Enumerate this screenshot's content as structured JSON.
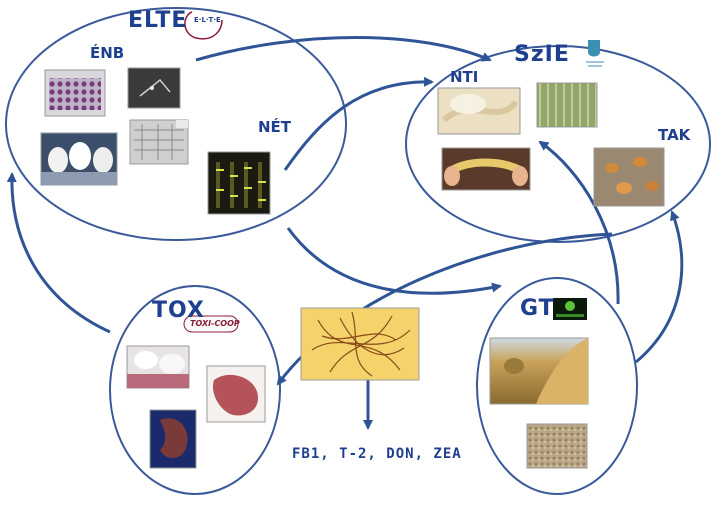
{
  "groups": {
    "elte": {
      "title": "ELTE",
      "logo_text": "E·L·T·E",
      "units": {
        "enb": "ÉNB",
        "net": "NÉT"
      }
    },
    "szie": {
      "title": "SzIE",
      "units": {
        "nti": "NTI",
        "tak": "TAK"
      }
    },
    "tox": {
      "title": "TOX",
      "logo_text": "TOXI-COOP"
    },
    "gt": {
      "title": "GT"
    }
  },
  "toxins": "FB1, T-2, DON, ZEA",
  "colors": {
    "ellipse_stroke": "#3a5a9a",
    "arrow": "#2f5597",
    "label": "#1f3f8f"
  }
}
